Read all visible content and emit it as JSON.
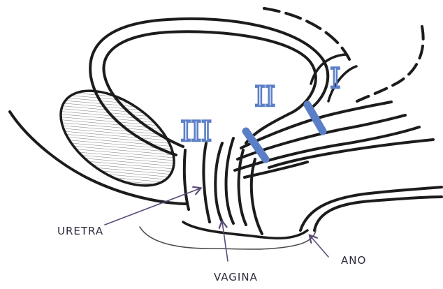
{
  "labels": {
    "level_1": "I",
    "level_2": "II",
    "level_3": "III",
    "urethra": "URETRA",
    "vagina": "VAGINA",
    "anus": "ANO"
  },
  "colors": {
    "ink": "#1c1c1c",
    "level_marker": "#5b7fc7",
    "pointer": "#5b4a78",
    "bladder_hatch": "#7a7a7a"
  }
}
